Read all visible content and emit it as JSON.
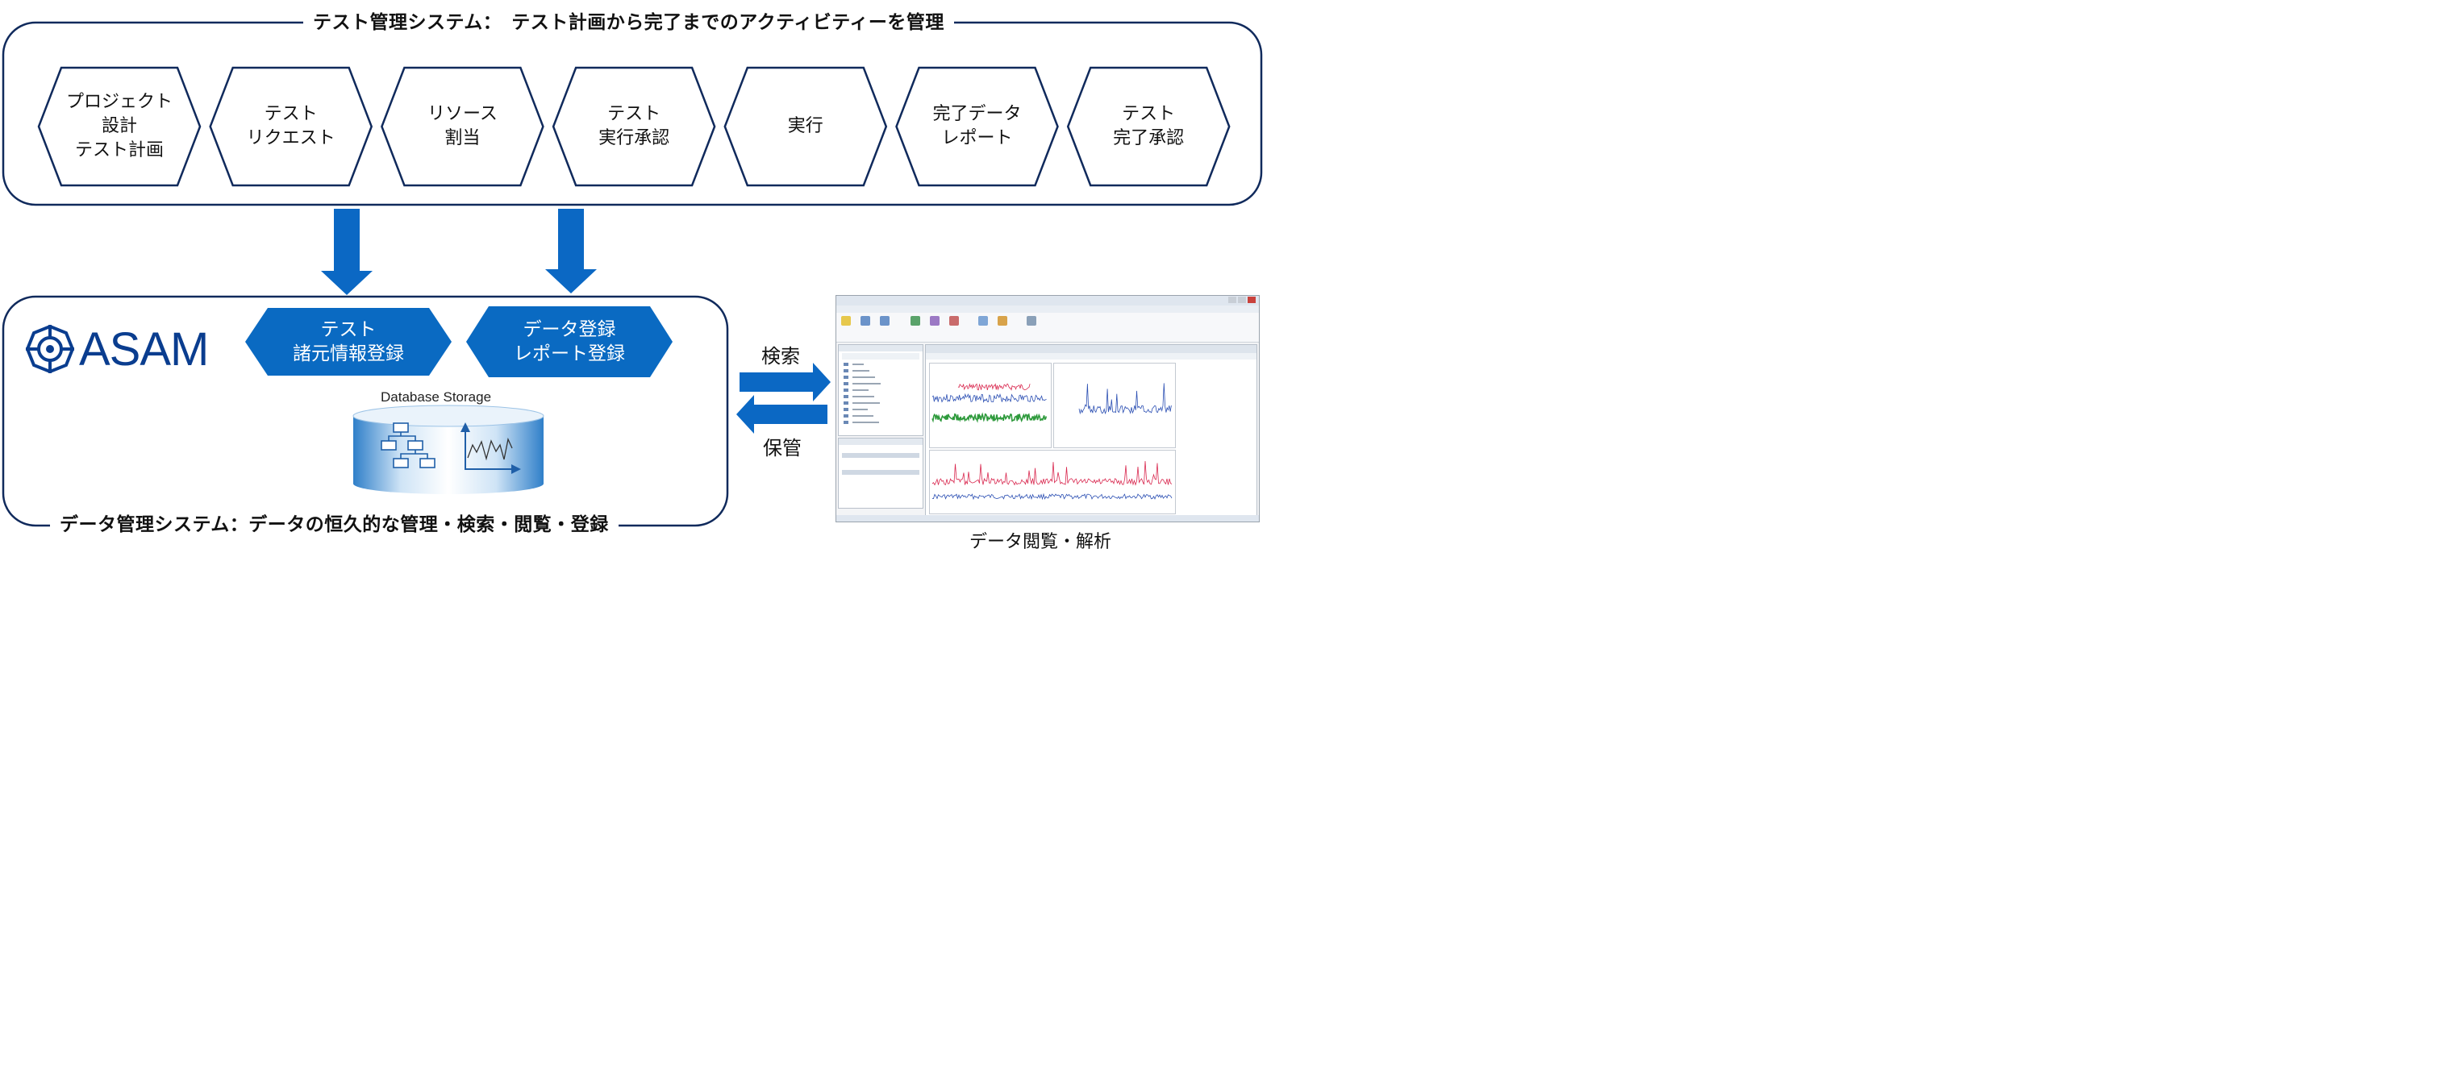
{
  "colors": {
    "navy": "#102a5c",
    "process_blue": "#0a6ac2",
    "arrow_blue": "#0b68c4",
    "asam_blue": "#0a3d8f",
    "database_gradient_light": "#e8f2fb",
    "database_gradient_dark": "#3b8fd4"
  },
  "test_management": {
    "title": "テスト管理システム：　テスト計画から完了までのアクティビティーを管理",
    "steps": [
      {
        "label": "プロジェクト\n設計\nテスト計画"
      },
      {
        "label": "テスト\nリクエスト"
      },
      {
        "label": "リソース\n割当"
      },
      {
        "label": "テスト\n実行承認"
      },
      {
        "label": "実行"
      },
      {
        "label": "完了データ\nレポート"
      },
      {
        "label": "テスト\n完了承認"
      }
    ]
  },
  "data_management": {
    "title": "データ管理システム：データの恒久的な管理・検索・閲覧・登録",
    "logo_text": "ASAM",
    "registrations": [
      {
        "label": "テスト\n諸元情報登録"
      },
      {
        "label": "データ登録\nレポート登録"
      }
    ],
    "storage_label": "Database Storage",
    "storage_icons": [
      "hierarchy-diagram-icon",
      "line-graph-icon"
    ]
  },
  "exchange": {
    "search_label": "検索",
    "store_label": "保管"
  },
  "viewer": {
    "caption": "データ閲覧・解析"
  },
  "icons": {
    "down_arrow": "down-arrow-icon",
    "right_arrow": "right-arrow-icon",
    "left_arrow": "left-arrow-icon",
    "logo_mark": "asam-logo-mark-icon"
  }
}
